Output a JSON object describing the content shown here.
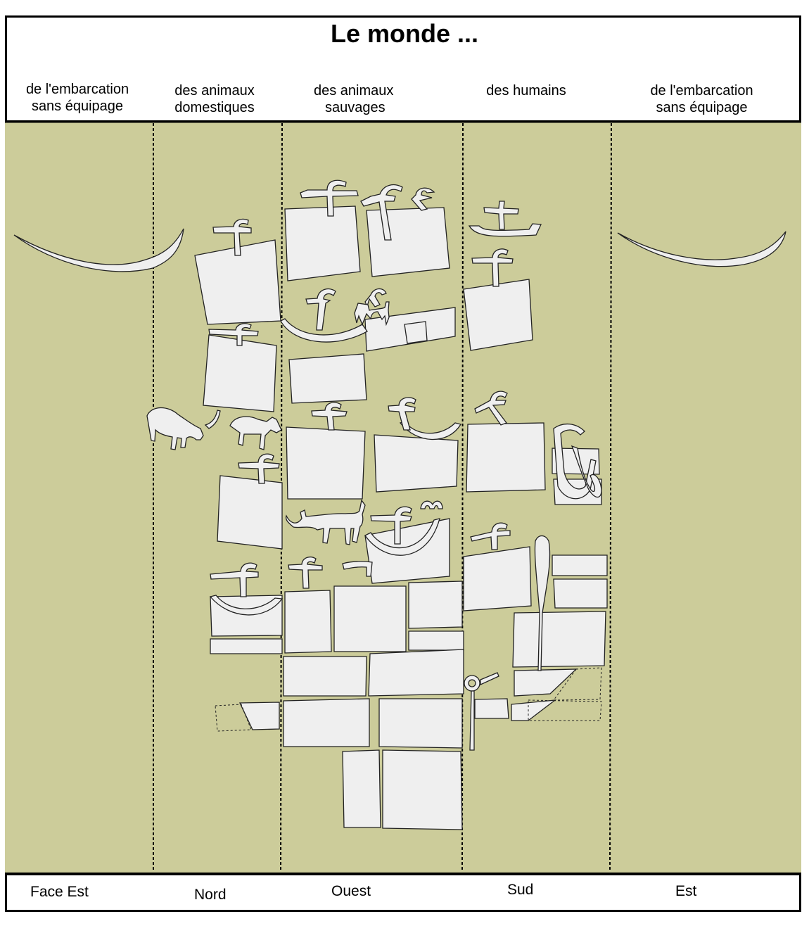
{
  "header": {
    "title": "Le monde  ...",
    "columns": [
      {
        "line1": "de l'embarcation",
        "line2": "sans équipage"
      },
      {
        "line1": "des animaux",
        "line2": "domestiques"
      },
      {
        "line1": "des animaux",
        "line2": "sauvages"
      },
      {
        "line1": "des humains",
        "line2": ""
      },
      {
        "line1": "de l'embarcation",
        "line2": "sans équipage"
      }
    ]
  },
  "footer": {
    "labels": [
      "Face Est",
      "Nord",
      "Ouest",
      "Sud",
      "Est"
    ]
  },
  "colors": {
    "background": "#cccc9a",
    "stone": "#efefef",
    "outline": "#222222"
  }
}
